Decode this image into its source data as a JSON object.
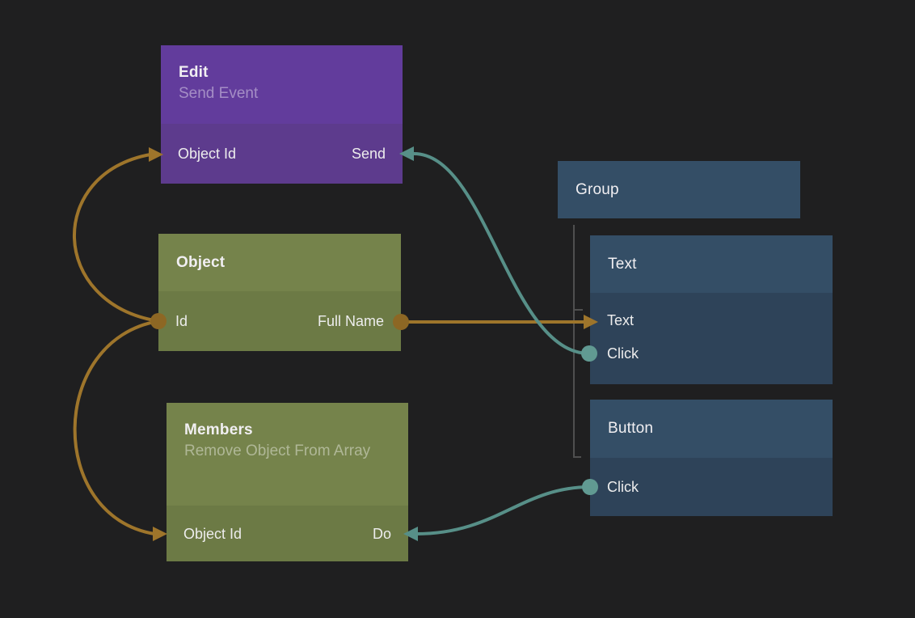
{
  "app": {
    "view": "node-graph-editor",
    "background_color": "#1f1f20"
  },
  "nodes": {
    "edit": {
      "title": "Edit",
      "subtitle": "Send Event",
      "header_color": "#623c9c",
      "body_color": "#5d3b8d",
      "ports": {
        "input": "Object Id",
        "output": "Send"
      }
    },
    "object": {
      "title": "Object",
      "header_color": "#75834b",
      "body_color": "#6c7a45",
      "ports": {
        "input": "Id",
        "output": "Full Name"
      }
    },
    "members": {
      "title": "Members",
      "subtitle": "Remove Object From Array",
      "header_color": "#75834b",
      "body_color": "#6c7a45",
      "ports": {
        "input": "Object Id",
        "output": "Do"
      }
    },
    "group": {
      "title": "Group",
      "header_color": "#344e66"
    },
    "text": {
      "title": "Text",
      "header_color": "#344e66",
      "body_color": "#2e4359",
      "ports": {
        "input": "Text",
        "output": "Click"
      }
    },
    "button": {
      "title": "Button",
      "header_color": "#344e66",
      "body_color": "#2e4359",
      "ports": {
        "output": "Click"
      }
    }
  },
  "hierarchy": {
    "parent": "Group",
    "children": [
      "Text",
      "Button"
    ],
    "line_color": "#4f4f4f"
  },
  "connections": [
    {
      "from": "Object.Id",
      "to": "Edit.Object Id",
      "color": "#9e752b",
      "type": "data"
    },
    {
      "from": "Object.Id",
      "to": "Members.Object Id",
      "color": "#9e752b",
      "type": "data"
    },
    {
      "from": "Object.Full Name",
      "to": "Text.Text",
      "color": "#9e752b",
      "type": "data"
    },
    {
      "from": "Text.Click",
      "to": "Edit.Send",
      "color": "#578f88",
      "type": "signal"
    },
    {
      "from": "Button.Click",
      "to": "Members.Do",
      "color": "#578f88",
      "type": "signal"
    }
  ],
  "colors": {
    "data_wire": "#9e752b",
    "data_dot": "#8d6724",
    "signal_wire": "#578f88",
    "signal_dot": "#619a92"
  }
}
